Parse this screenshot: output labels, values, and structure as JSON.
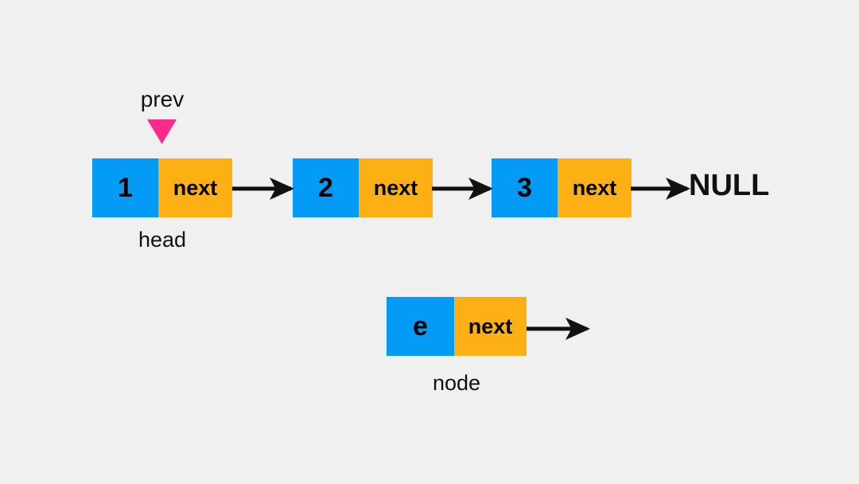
{
  "diagram": {
    "title": "singly-linked-list-insert-before",
    "background_color": "#f0f0f0",
    "palette": {
      "value_cell": "#039bf5",
      "next_cell": "#fcb014",
      "pointer_marker": "#fa2a8c",
      "arrow": "#111111",
      "text": "#111111"
    },
    "list": {
      "nodes": [
        {
          "value": "1",
          "next_label": "next",
          "caption": "head"
        },
        {
          "value": "2",
          "next_label": "next",
          "caption": ""
        },
        {
          "value": "3",
          "next_label": "next",
          "caption": ""
        }
      ],
      "terminator": "NULL"
    },
    "new_node": {
      "value": "e",
      "next_label": "next",
      "caption": "node"
    },
    "pointers": [
      {
        "label": "prev",
        "target": "node-1",
        "color": "#fa2a8c",
        "shape": "down-triangle"
      }
    ]
  }
}
